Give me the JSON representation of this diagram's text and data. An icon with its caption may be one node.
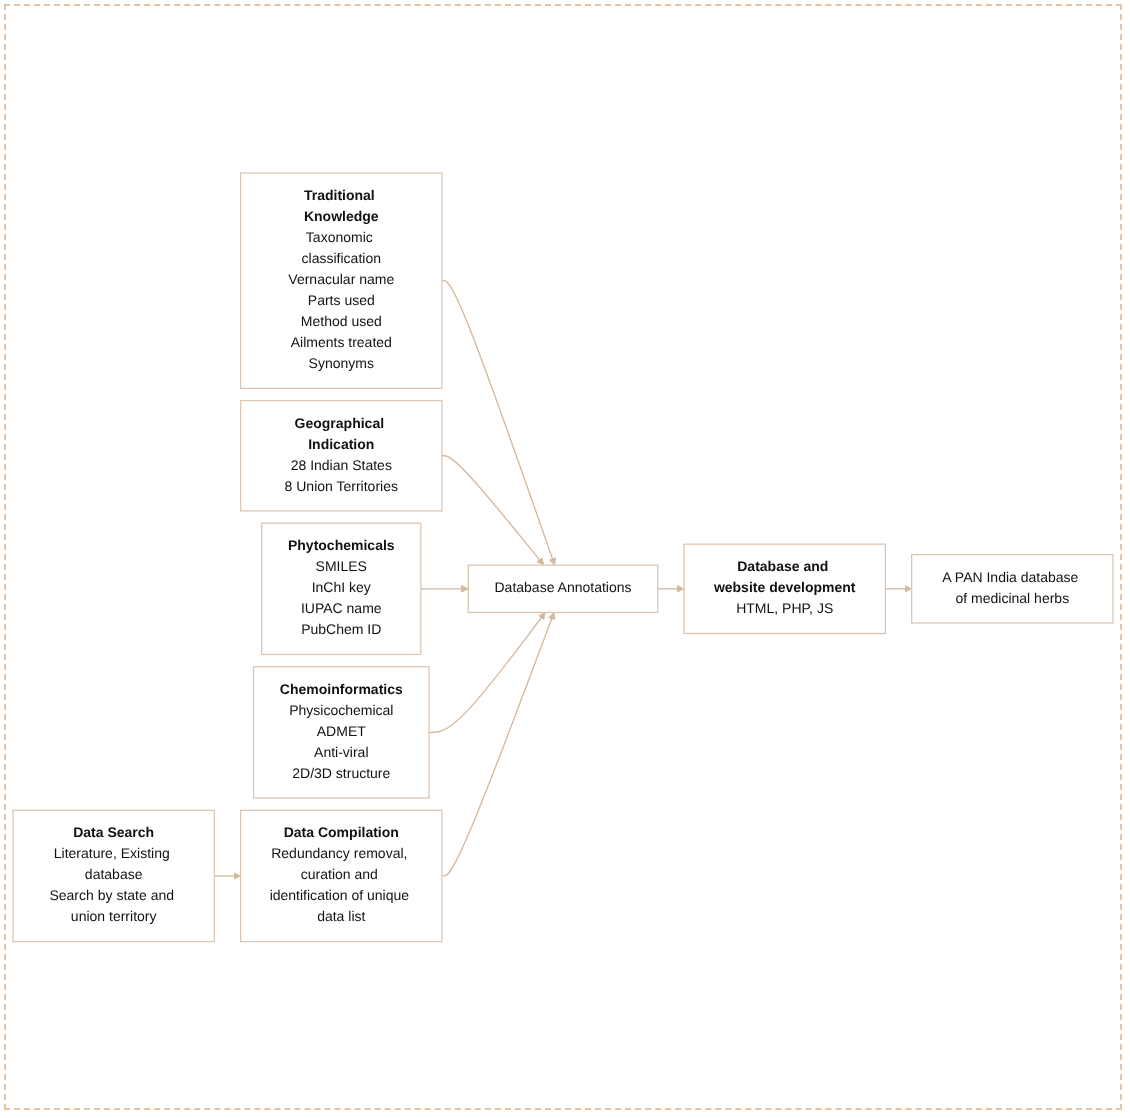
{
  "diagram": {
    "nodes": [
      {
        "text": [
          "Traditional Knowledge",
          "Taxonomic classification",
          "Vernacular name",
          "Parts used",
          "Method used",
          "Ailments treated",
          "Synonyms"
        ]
      },
      {
        "text": [
          "Geographical Indication",
          "28 Indian States",
          "8 Union Territories"
        ]
      },
      {
        "text": [
          "Phytochemicals",
          "SMILES",
          "InChI key",
          "IUPAC name",
          "PubChem ID"
        ]
      },
      {
        "text": [
          "Chemoinformatics",
          "Physicochemical",
          "ADMET",
          "Anti-viral",
          "2D/3D structure"
        ]
      },
      {
        "text": [
          "Data Search",
          "Literature, Existing database",
          "Search by state and union territory"
        ]
      },
      {
        "text": [
          "Data Compilation",
          "Redundancy removal, curation and identification of unique data list"
        ]
      },
      {
        "text": [
          "Database Annotations"
        ]
      },
      {
        "text": [
          "Database and website development",
          "HTML, PHP, JS"
        ]
      },
      {
        "text": [
          "A PAN India database of medicinal herbs"
        ]
      }
    ],
    "edges": [
      {
        "from": 0,
        "to": 6,
        "arrow": "to"
      },
      {
        "from": 1,
        "to": 6,
        "arrow": "to"
      },
      {
        "from": 2,
        "to": 6,
        "arrow": "to"
      },
      {
        "from": 3,
        "to": 6,
        "arrow": "to"
      },
      {
        "from": 4,
        "to": 5,
        "arrow": "to"
      },
      {
        "from": 5,
        "to": 6,
        "arrow": "to"
      },
      {
        "from": 6,
        "to": 7,
        "arrow": "to"
      },
      {
        "from": 7,
        "to": 8,
        "arrow": "to"
      }
    ]
  }
}
